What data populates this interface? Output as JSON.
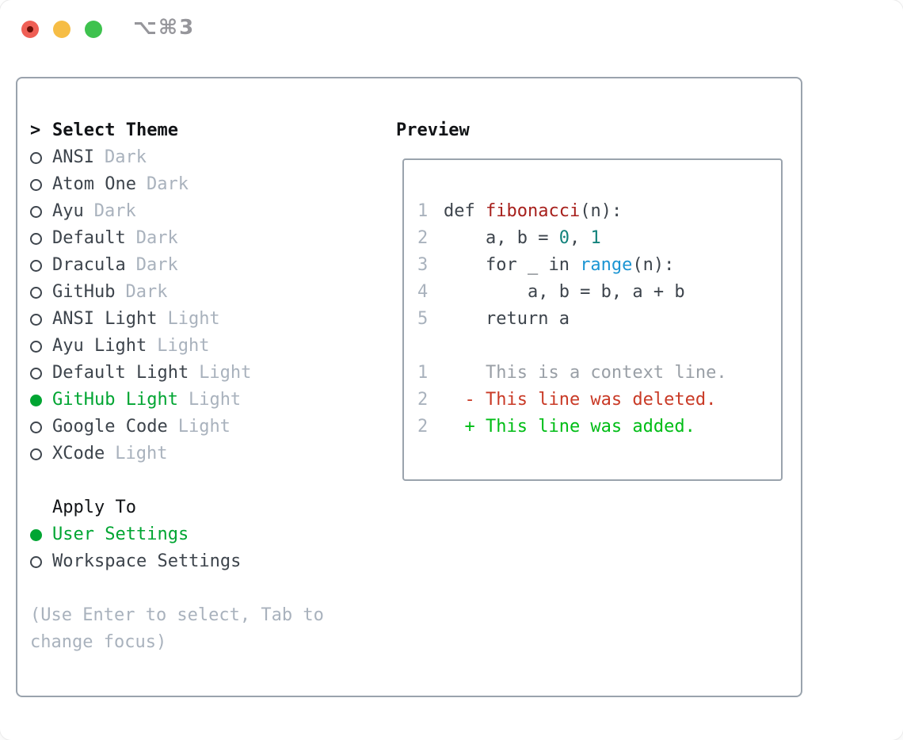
{
  "window": {
    "shortcut_label": "⌥⌘3"
  },
  "theme_panel": {
    "title": "Select Theme",
    "title_marker": ">",
    "themes": [
      {
        "name": "ANSI",
        "tag": "Dark",
        "selected": false
      },
      {
        "name": "Atom One",
        "tag": "Dark",
        "selected": false
      },
      {
        "name": "Ayu",
        "tag": "Dark",
        "selected": false
      },
      {
        "name": "Default",
        "tag": "Dark",
        "selected": false
      },
      {
        "name": "Dracula",
        "tag": "Dark",
        "selected": false
      },
      {
        "name": "GitHub",
        "tag": "Dark",
        "selected": false
      },
      {
        "name": "ANSI Light",
        "tag": "Light",
        "selected": false
      },
      {
        "name": "Ayu Light",
        "tag": "Light",
        "selected": false
      },
      {
        "name": "Default Light",
        "tag": "Light",
        "selected": false
      },
      {
        "name": "GitHub Light",
        "tag": "Light",
        "selected": true
      },
      {
        "name": "Google Code",
        "tag": "Light",
        "selected": false
      },
      {
        "name": "XCode",
        "tag": "Light",
        "selected": false
      }
    ],
    "apply_to": {
      "title": "Apply To",
      "options": [
        {
          "label": "User Settings",
          "selected": true
        },
        {
          "label": "Workspace Settings",
          "selected": false
        }
      ]
    },
    "hint": "(Use Enter to select, Tab to change focus)"
  },
  "preview": {
    "title": "Preview",
    "lines": [
      {
        "num": "1",
        "tokens": [
          [
            "def ",
            "plain"
          ],
          [
            "fibonacci",
            "func"
          ],
          [
            "(n):",
            "plain"
          ]
        ]
      },
      {
        "num": "2",
        "tokens": [
          [
            "    a, b = ",
            "plain"
          ],
          [
            "0",
            "num"
          ],
          [
            ", ",
            "plain"
          ],
          [
            "1",
            "num"
          ]
        ]
      },
      {
        "num": "3",
        "tokens": [
          [
            "    for _ in ",
            "plain"
          ],
          [
            "range",
            "builtin"
          ],
          [
            "(n):",
            "plain"
          ]
        ]
      },
      {
        "num": "4",
        "tokens": [
          [
            "        a, b = b, a + b",
            "plain"
          ]
        ]
      },
      {
        "num": "5",
        "tokens": [
          [
            "    return a",
            "plain"
          ]
        ]
      },
      {
        "num": "",
        "tokens": []
      },
      {
        "num": "1",
        "tokens": [
          [
            "    This is a context line.",
            "context"
          ]
        ]
      },
      {
        "num": "2",
        "tokens": [
          [
            "  - This line was deleted.",
            "deleted"
          ]
        ]
      },
      {
        "num": "2",
        "tokens": [
          [
            "  + This line was added.",
            "added"
          ]
        ]
      }
    ]
  },
  "colors": {
    "accent-green": "#00a532",
    "added-green": "#00bd16",
    "deleted-red": "#c93a26",
    "func-red": "#a7201c",
    "number-teal": "#12827b",
    "builtin-blue": "#1b95d3",
    "code-default": "#3d444c",
    "item-text": "#3d444c",
    "muted-gray": "#a9b2bd",
    "context-gray": "#999fa6",
    "panel-border": "#9aa3ad",
    "text-dark": "#111316",
    "traffic-red": "#ef5f55",
    "traffic-red-dot": "#6b0f07",
    "traffic-yellow": "#f6bd45",
    "traffic-green": "#3ec24e",
    "shortcut-gray": "#96969b"
  }
}
